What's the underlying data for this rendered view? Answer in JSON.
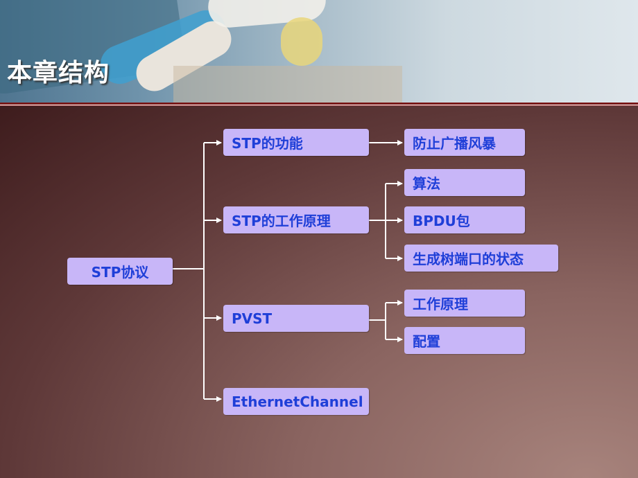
{
  "header": {
    "title": "本章结构"
  },
  "diagram": {
    "root": "STP协议",
    "branches": [
      {
        "label": "STP的功能",
        "children": [
          "防止广播风暴"
        ]
      },
      {
        "label": "STP的工作原理",
        "children": [
          "算法",
          "BPDU包",
          "生成树端口的状态"
        ]
      },
      {
        "label": "PVST",
        "children": [
          "工作原理",
          "配置"
        ]
      },
      {
        "label": "EthernetChannel",
        "children": []
      }
    ],
    "colors": {
      "box_fill": "#c8b6f8",
      "box_text": "#1f3fd8",
      "connector": "#ffffff"
    }
  }
}
